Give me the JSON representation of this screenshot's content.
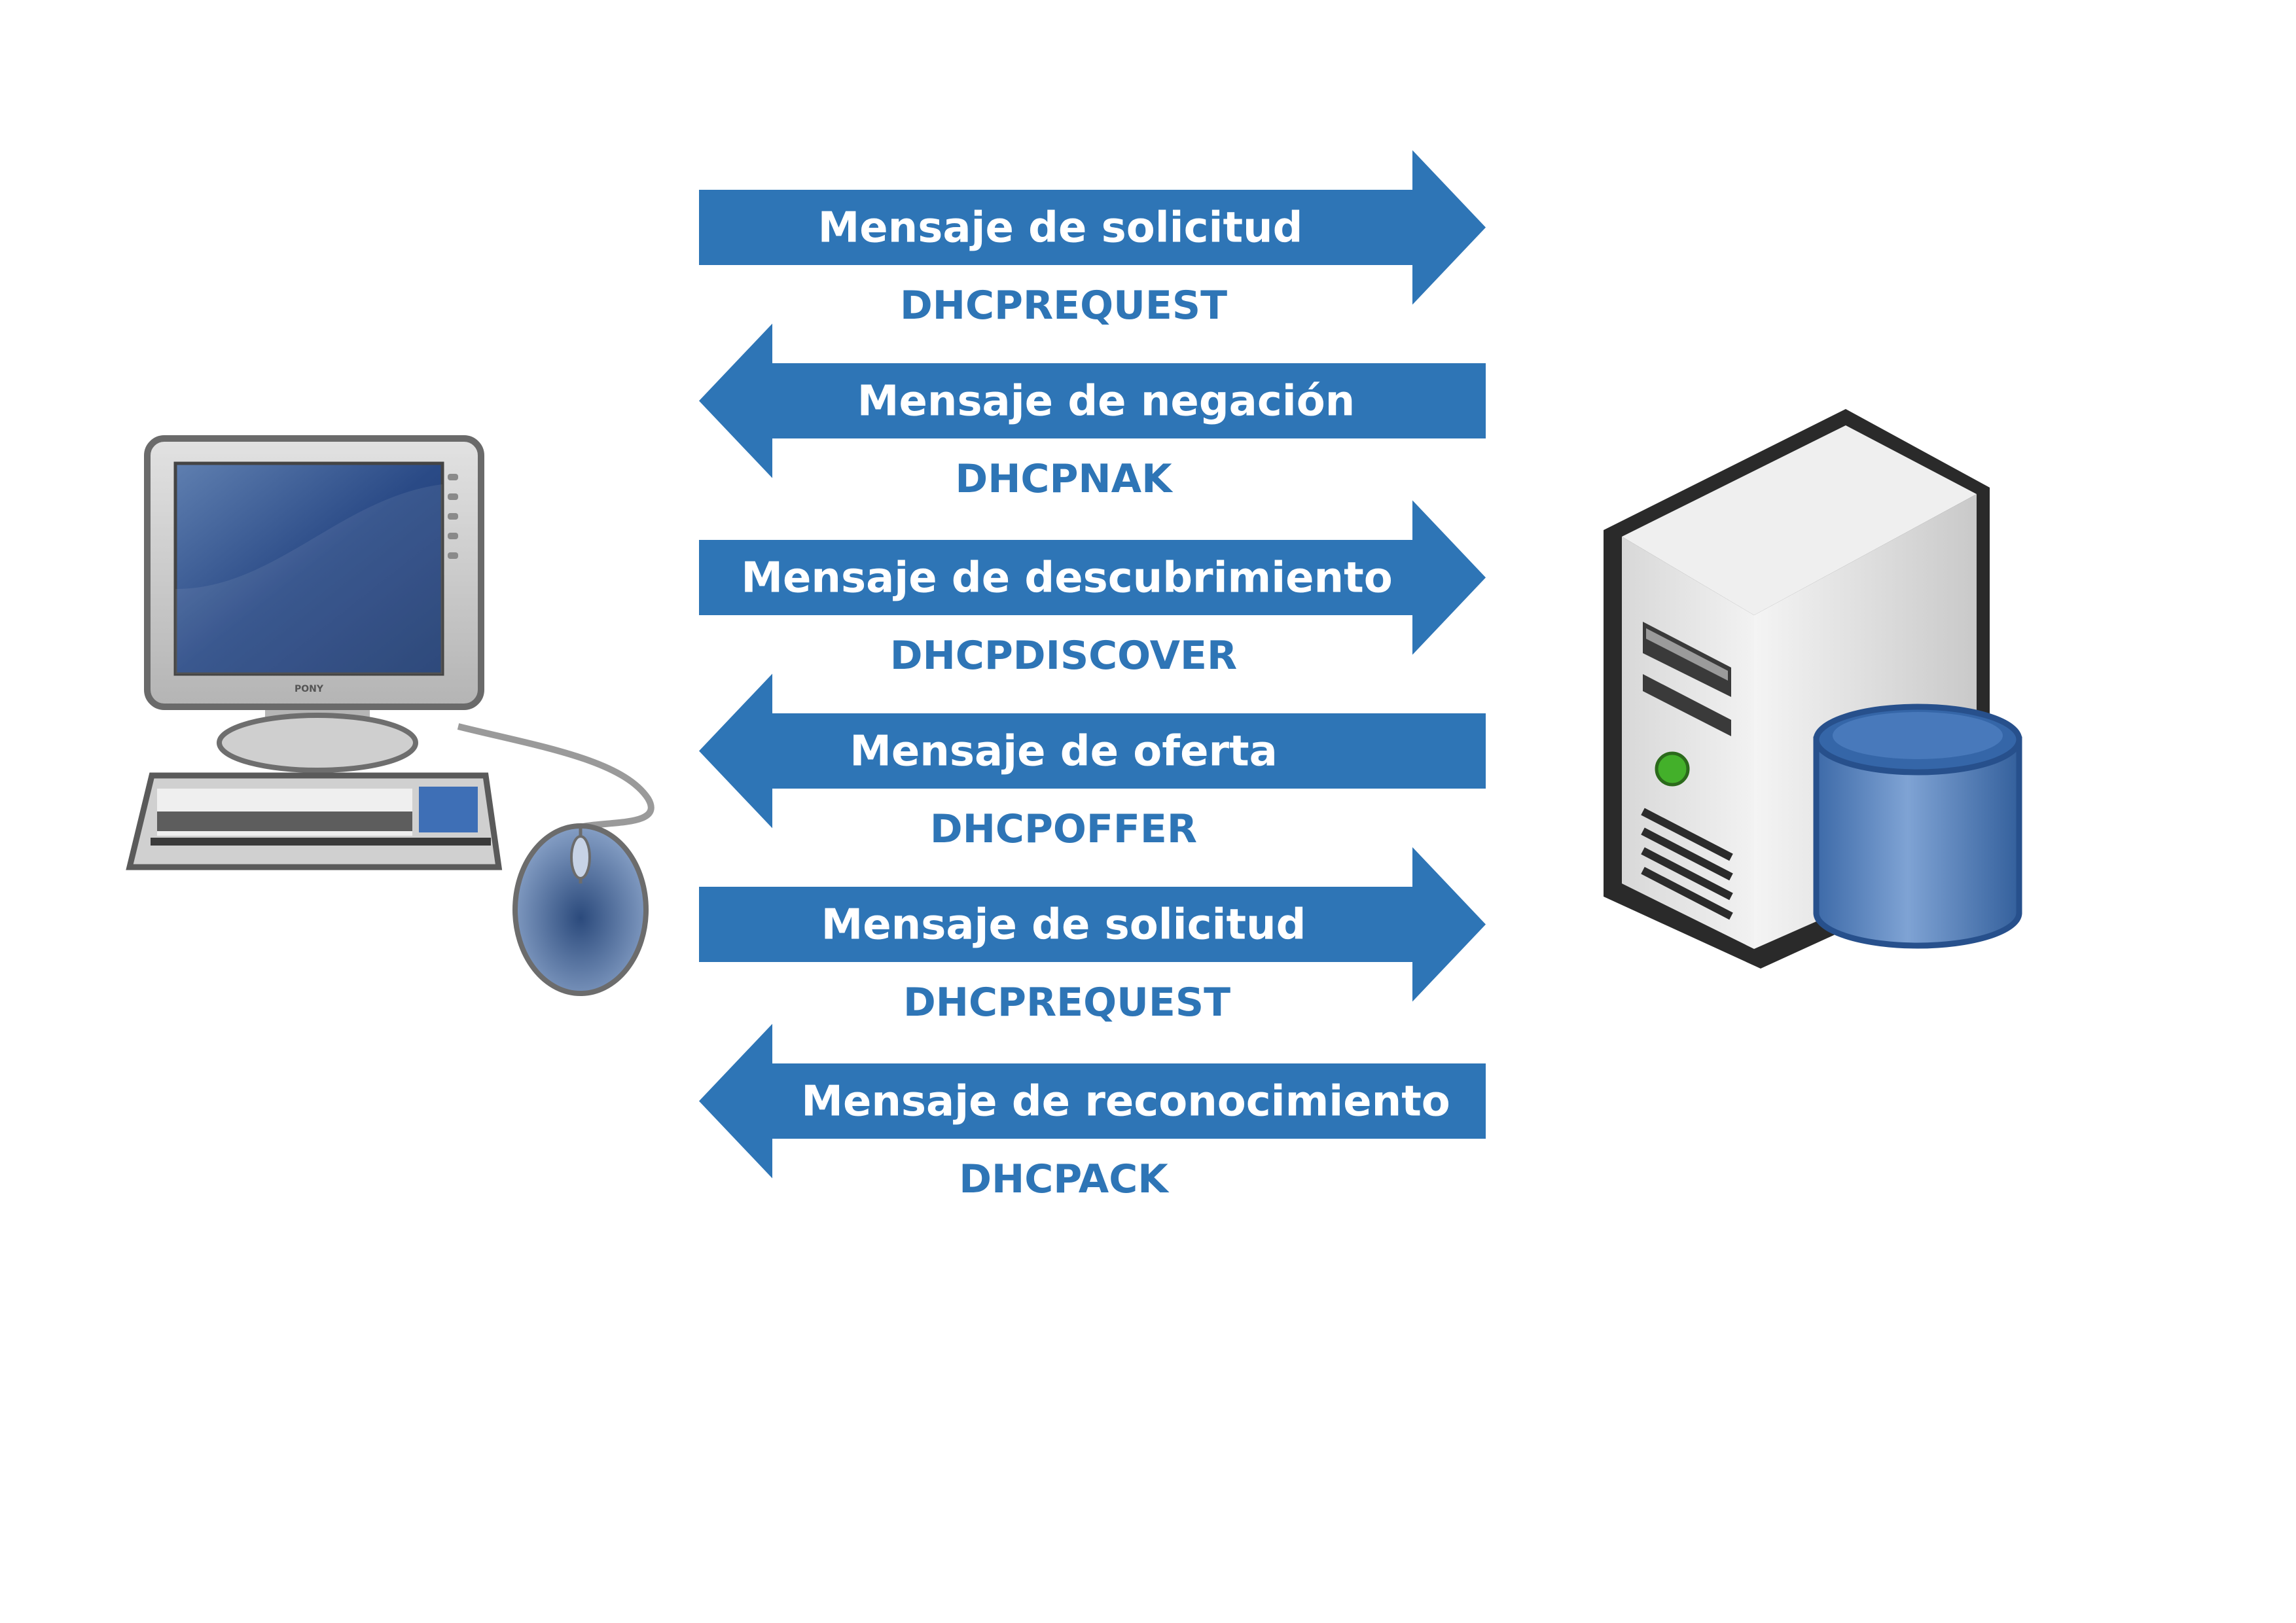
{
  "colors": {
    "arrow_fill": "#2e75b6",
    "arrow_text": "#ffffff",
    "code_text": "#2e75b6",
    "background": "#ffffff"
  },
  "client": {
    "monitor_brand": "PONY"
  },
  "messages": [
    {
      "label": "Mensaje de solicitud",
      "code": "DHCPREQUEST",
      "direction": "to-server"
    },
    {
      "label": "Mensaje de negación",
      "code": "DHCPNAK",
      "direction": "to-client"
    },
    {
      "label": "Mensaje de descubrimiento",
      "code": "DHCPDISCOVER",
      "direction": "to-server"
    },
    {
      "label": "Mensaje de oferta",
      "code": "DHCPOFFER",
      "direction": "to-client"
    },
    {
      "label": "Mensaje de solicitud",
      "code": "DHCPREQUEST",
      "direction": "to-server"
    },
    {
      "label": "Mensaje de reconocimiento",
      "code": "DHCPACK",
      "direction": "to-client"
    }
  ]
}
